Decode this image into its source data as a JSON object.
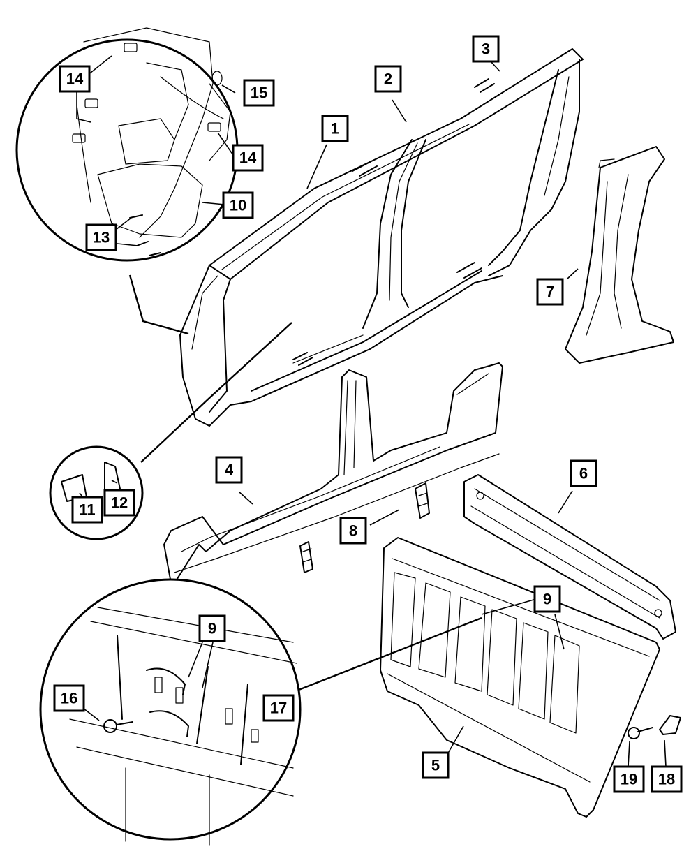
{
  "callouts": {
    "c1": "1",
    "c2": "2",
    "c3": "3",
    "c4": "4",
    "c5": "5",
    "c6": "6",
    "c7": "7",
    "c8": "8",
    "c9a": "9",
    "c9b": "9",
    "c10": "10",
    "c11": "11",
    "c12": "12",
    "c13": "13",
    "c14a": "14",
    "c14b": "14",
    "c15": "15",
    "c16": "16",
    "c17": "17",
    "c18": "18",
    "c19": "19"
  }
}
